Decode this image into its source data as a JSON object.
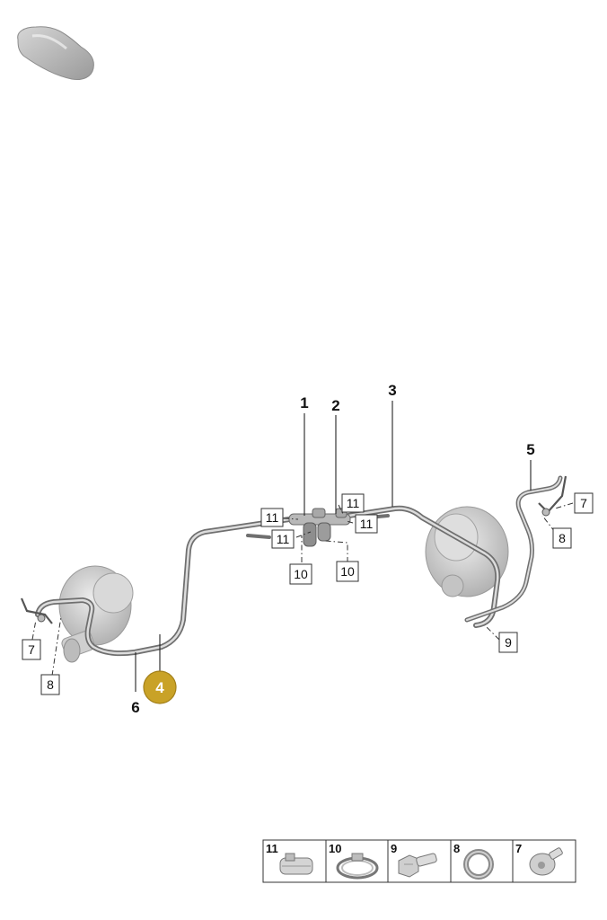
{
  "callouts": {
    "c1": "1",
    "c2": "2",
    "c3": "3",
    "c4": "4",
    "c5": "5",
    "c6": "6"
  },
  "boxed_labels": {
    "b11a": "11",
    "b11b": "11",
    "b11c": "11",
    "b11d": "11",
    "b10a": "10",
    "b10b": "10",
    "b7a": "7",
    "b8a": "8",
    "b7b": "7",
    "b8b": "8",
    "b9": "9"
  },
  "legend": {
    "cells": [
      {
        "number": "11",
        "part": "hose-clamp-icon"
      },
      {
        "number": "10",
        "part": "band-clamp-icon"
      },
      {
        "number": "9",
        "part": "hollow-bolt-icon"
      },
      {
        "number": "8",
        "part": "sealing-ring-icon"
      },
      {
        "number": "7",
        "part": "screw-icon"
      }
    ]
  },
  "colors": {
    "highlight": "#c9a227",
    "tube": "#6f6f6f",
    "turbo": "#c8c8c8"
  },
  "icons": {
    "vehicle": "car-silhouette-icon"
  }
}
